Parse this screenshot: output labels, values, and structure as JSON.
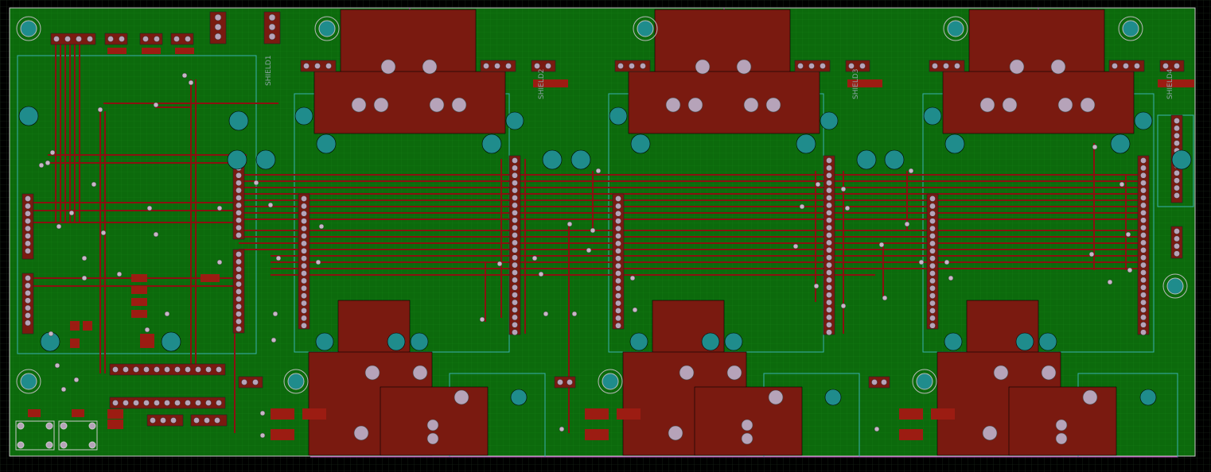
{
  "board": {
    "silkscreen_labels": [
      "SHIELD1",
      "SHIELD2",
      "SHIELD3",
      "SHIELD4"
    ],
    "colors": {
      "background": "#000000",
      "grid": "#2a3a2a",
      "copper_fill": "#0b6a0b",
      "board_bg": "#0a5a0a",
      "trace": "#8a1010",
      "pad_fill": "#7a1a10",
      "via_outer": "#b6a3b9",
      "via_inner": "#1a7a7a",
      "mount_hole": "#1f8c8c",
      "outline": "#3ab0b0",
      "edge": "#c040c0"
    }
  }
}
